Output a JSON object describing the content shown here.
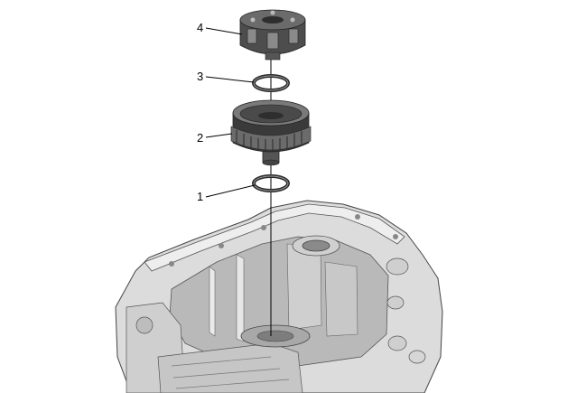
{
  "callouts": [
    {
      "id": "4",
      "label": "4",
      "part": "planetary-carrier"
    },
    {
      "id": "3",
      "label": "3",
      "part": "upper-thrust-washer"
    },
    {
      "id": "2",
      "label": "2",
      "part": "ring-gear-with-hub"
    },
    {
      "id": "1",
      "label": "1",
      "part": "lower-thrust-washer"
    }
  ],
  "colors": {
    "background": "#ffffff",
    "case_light": "#dcdcdc",
    "case_mid": "#b9b9b9",
    "case_dark": "#8a8a8a",
    "parts_dark": "#3a3a3a",
    "parts_mid": "#6b6b6b",
    "outline": "#222222"
  }
}
